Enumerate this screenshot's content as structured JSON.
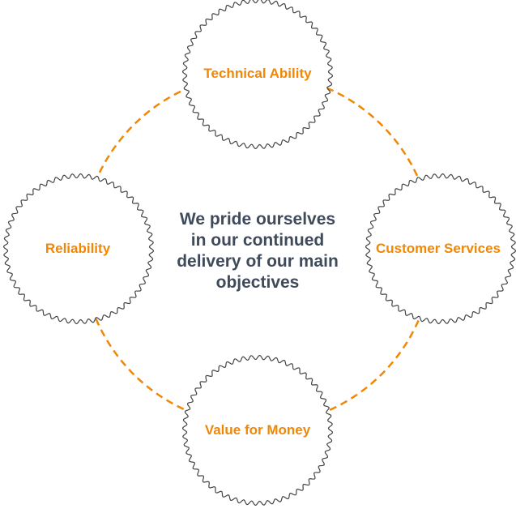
{
  "colors": {
    "accent": "#f08705",
    "center_text": "#3f4a5a",
    "outline": "#444444"
  },
  "center_text": "We pride ourselves in our continued delivery of our main objectives",
  "nodes": [
    {
      "label": "Technical Ability",
      "position": "top"
    },
    {
      "label": "Customer Services",
      "position": "right"
    },
    {
      "label": "Value for Money",
      "position": "bottom"
    },
    {
      "label": "Reliability",
      "position": "left"
    }
  ]
}
